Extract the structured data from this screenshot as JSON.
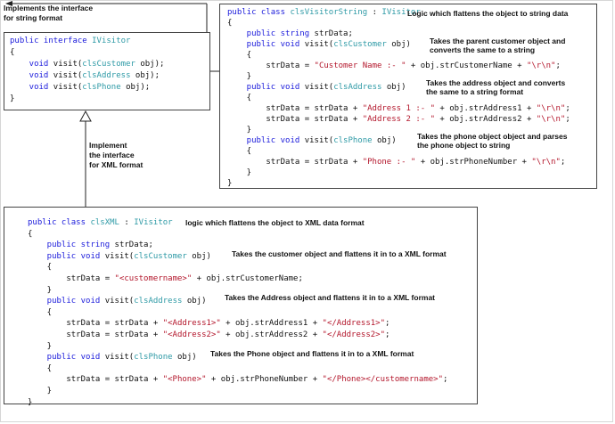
{
  "interface_box": {
    "lines": [
      [
        [
          "kw",
          "public interface "
        ],
        [
          "cls",
          "IVisitor"
        ]
      ],
      [
        [
          "plain",
          "{"
        ]
      ],
      [
        [
          "kw",
          "    void "
        ],
        [
          "plain",
          "visit("
        ],
        [
          "cls",
          "clsCustomer"
        ],
        [
          "plain",
          " obj);"
        ]
      ],
      [
        [
          "kw",
          "    void "
        ],
        [
          "plain",
          "visit("
        ],
        [
          "cls",
          "clsAddress"
        ],
        [
          "plain",
          " obj);"
        ]
      ],
      [
        [
          "kw",
          "    void "
        ],
        [
          "plain",
          "visit("
        ],
        [
          "cls",
          "clsPhone"
        ],
        [
          "plain",
          " obj);"
        ]
      ],
      [
        [
          "plain",
          "}"
        ]
      ]
    ]
  },
  "string_box": {
    "lines": [
      [
        [
          "kw",
          "public class "
        ],
        [
          "cls",
          "clsVisitorString"
        ],
        [
          "plain",
          " : "
        ],
        [
          "cls",
          "IVisitor"
        ]
      ],
      [
        [
          "plain",
          "{"
        ]
      ],
      [
        [
          "kw",
          "    public string "
        ],
        [
          "plain",
          "strData;"
        ]
      ],
      [
        [
          "kw",
          "    public void "
        ],
        [
          "plain",
          "visit("
        ],
        [
          "cls",
          "clsCustomer"
        ],
        [
          "plain",
          " obj)"
        ]
      ],
      [
        [
          "plain",
          "    {"
        ]
      ],
      [
        [
          "plain",
          "        strData = "
        ],
        [
          "str",
          "\"Customer Name :- \""
        ],
        [
          "plain",
          " + obj.strCustomerName + "
        ],
        [
          "str",
          "\"\\r\\n\""
        ],
        [
          "plain",
          ";"
        ]
      ],
      [
        [
          "plain",
          "    }"
        ]
      ],
      [
        [
          "kw",
          "    public void "
        ],
        [
          "plain",
          "visit("
        ],
        [
          "cls",
          "clsAddress"
        ],
        [
          "plain",
          " obj)"
        ]
      ],
      [
        [
          "plain",
          "    {"
        ]
      ],
      [
        [
          "plain",
          "        strData = strData + "
        ],
        [
          "str",
          "\"Address 1 :- \""
        ],
        [
          "plain",
          " + obj.strAddress1 + "
        ],
        [
          "str",
          "\"\\r\\n\""
        ],
        [
          "plain",
          ";"
        ]
      ],
      [
        [
          "plain",
          "        strData = strData + "
        ],
        [
          "str",
          "\"Address 2 :- \""
        ],
        [
          "plain",
          " + obj.strAddress2 + "
        ],
        [
          "str",
          "\"\\r\\n\""
        ],
        [
          "plain",
          ";"
        ]
      ],
      [
        [
          "plain",
          "    }"
        ]
      ],
      [
        [
          "kw",
          "    public void "
        ],
        [
          "plain",
          "visit("
        ],
        [
          "cls",
          "clsPhone"
        ],
        [
          "plain",
          " obj)"
        ]
      ],
      [
        [
          "plain",
          "    {"
        ]
      ],
      [
        [
          "plain",
          "        strData = strData + "
        ],
        [
          "str",
          "\"Phone :- \""
        ],
        [
          "plain",
          " + obj.strPhoneNumber + "
        ],
        [
          "str",
          "\"\\r\\n\""
        ],
        [
          "plain",
          ";"
        ]
      ],
      [
        [
          "plain",
          "    }"
        ]
      ],
      [
        [
          "plain",
          "}"
        ]
      ]
    ]
  },
  "xml_box": {
    "lines": [
      [
        [
          "kw",
          "public class "
        ],
        [
          "cls",
          "clsXML"
        ],
        [
          "plain",
          " : "
        ],
        [
          "cls",
          "IVisitor"
        ]
      ],
      [
        [
          "plain",
          "{"
        ]
      ],
      [
        [
          "kw",
          "    public string "
        ],
        [
          "plain",
          "strData;"
        ]
      ],
      [
        [
          "kw",
          "    public void "
        ],
        [
          "plain",
          "visit("
        ],
        [
          "cls",
          "clsCustomer"
        ],
        [
          "plain",
          " obj)"
        ]
      ],
      [
        [
          "plain",
          "    {"
        ]
      ],
      [
        [
          "plain",
          "        strData = "
        ],
        [
          "str",
          "\"<customername>\""
        ],
        [
          "plain",
          " + obj.strCustomerName;"
        ]
      ],
      [
        [
          "plain",
          "    }"
        ]
      ],
      [
        [
          "kw",
          "    public void "
        ],
        [
          "plain",
          "visit("
        ],
        [
          "cls",
          "clsAddress"
        ],
        [
          "plain",
          " obj)"
        ]
      ],
      [
        [
          "plain",
          "    {"
        ]
      ],
      [
        [
          "plain",
          "        strData = strData + "
        ],
        [
          "str",
          "\"<Address1>\""
        ],
        [
          "plain",
          " + obj.strAddress1 + "
        ],
        [
          "str",
          "\"</Address1>\""
        ],
        [
          "plain",
          ";"
        ]
      ],
      [
        [
          "plain",
          "        strData = strData + "
        ],
        [
          "str",
          "\"<Address2>\""
        ],
        [
          "plain",
          " + obj.strAddress2 + "
        ],
        [
          "str",
          "\"</Address2>\""
        ],
        [
          "plain",
          ";"
        ]
      ],
      [
        [
          "plain",
          "    }"
        ]
      ],
      [
        [
          "kw",
          "    public void "
        ],
        [
          "plain",
          "visit("
        ],
        [
          "cls",
          "clsPhone"
        ],
        [
          "plain",
          " obj)"
        ]
      ],
      [
        [
          "plain",
          "    {"
        ]
      ],
      [
        [
          "plain",
          "        strData = strData + "
        ],
        [
          "str",
          "\"<Phone>\""
        ],
        [
          "plain",
          " + obj.strPhoneNumber + "
        ],
        [
          "str",
          "\"</Phone></customername>\""
        ],
        [
          "plain",
          ";"
        ]
      ],
      [
        [
          "plain",
          "    }"
        ]
      ],
      [
        [
          "plain",
          "}"
        ]
      ]
    ]
  },
  "notes": {
    "implements_string": "Implements the interface\nfor string format",
    "implements_xml": "Implement\nthe interface\nfor XML format",
    "string_logic": "Logic which flattens the object to string data",
    "string_customer": "Takes the parent customer object and\nconverts the same to a string",
    "string_address": "Takes the address object and converts\nthe same to a string format",
    "string_phone": "Takes the phone object object and parses\nthe phone object to string",
    "xml_logic": "logic which flattens the object to XML data format",
    "xml_customer": "Takes the customer object and flattens it in to a XML format",
    "xml_address": "Takes the Address object and flattens it in to a XML format",
    "xml_phone": "Takes the Phone object and flattens it in to a XML format"
  }
}
